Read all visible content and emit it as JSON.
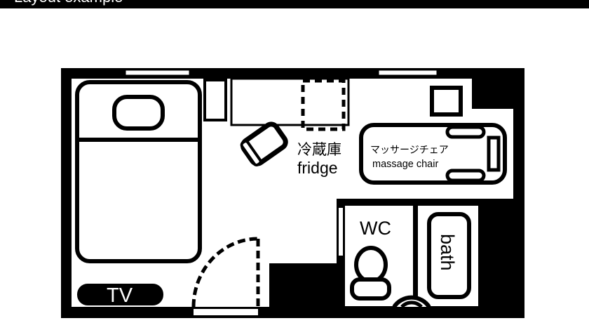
{
  "header": {
    "title": "Layout example"
  },
  "floor_plan": {
    "colors": {
      "wall": "#000000",
      "floor": "#ffffff"
    },
    "rooms": {
      "fridge_label_ja": "冷蔵庫",
      "fridge_label_en": "fridge",
      "massage_chair_label_ja": "マッサージチェア",
      "massage_chair_label_en": "massage chair",
      "wc_label": "WC",
      "bath_label": "bath",
      "tv_label": "TV"
    },
    "icons": [
      "bed-icon",
      "pillow-icon",
      "chair-icon",
      "fridge-icon",
      "desk-icon",
      "massage-chair-icon",
      "toilet-icon",
      "bathtub-icon",
      "sink-icon",
      "door-swing-icon",
      "window-icon"
    ]
  }
}
